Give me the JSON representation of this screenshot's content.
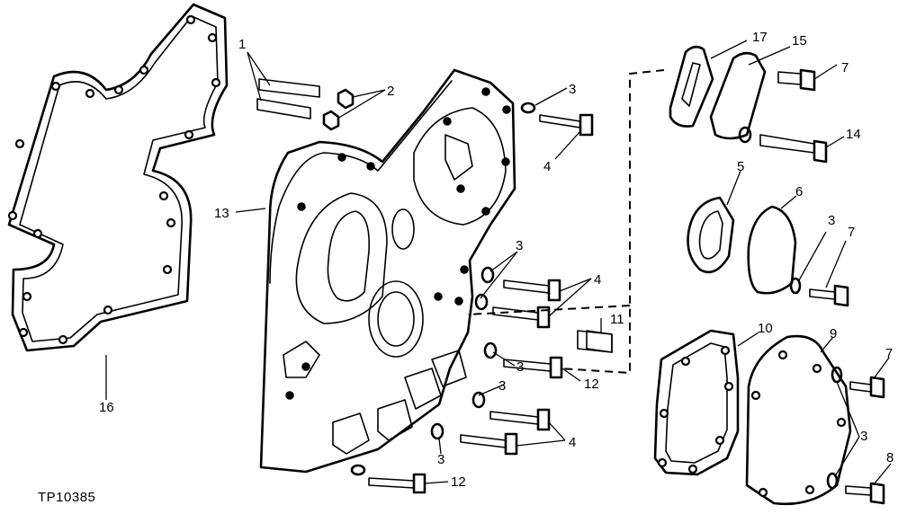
{
  "figure_id": "TP10385",
  "callouts": [
    "1",
    "2",
    "3",
    "4",
    "3",
    "4",
    "3",
    "11",
    "12",
    "3",
    "4",
    "3",
    "12",
    "13",
    "16",
    "17",
    "15",
    "7",
    "14",
    "5",
    "6",
    "3",
    "7",
    "10",
    "9",
    "7",
    "3",
    "8"
  ]
}
